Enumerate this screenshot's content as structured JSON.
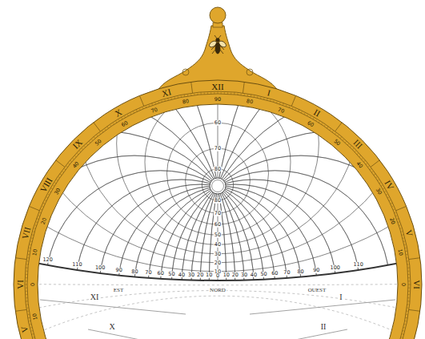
{
  "diagram": {
    "labels": [
      "VI",
      "VII",
      "VIII",
      "IX",
      "X",
      "XI",
      "XII",
      "I",
      "II",
      "III",
      "IV",
      "V",
      "VI",
      "V",
      "10",
      "0",
      "10",
      "20",
      "30",
      "40",
      "50",
      "60",
      "70",
      "80",
      "90",
      "80",
      "70",
      "60",
      "50",
      "40",
      "30",
      "20",
      "10",
      "0",
      "60",
      "70",
      "80",
      "80",
      "70",
      "60",
      "50",
      "40",
      "30",
      "20",
      "10",
      "120",
      "110",
      "100",
      "90",
      "80",
      "70",
      "60",
      "50",
      "40",
      "30",
      "20",
      "10",
      "0",
      "10",
      "20",
      "30",
      "40",
      "50",
      "60",
      "70",
      "80",
      "90",
      "100",
      "110",
      "EST",
      "NORD",
      "OUEST",
      "XI",
      "X",
      "I",
      "II"
    ]
  }
}
